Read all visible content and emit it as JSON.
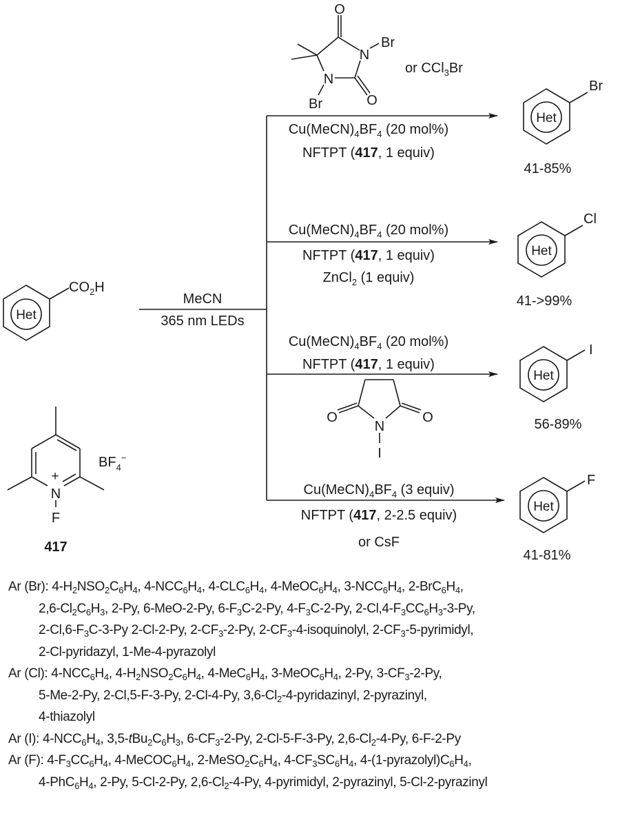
{
  "starting_material": {
    "ring_label": "Het",
    "substituent": "CO₂H"
  },
  "main_conditions": {
    "above_arrow": "MeCN",
    "below_arrow": "365 nm LEDs"
  },
  "reagent_417": {
    "label": "417",
    "counterion": "BF₄⁻",
    "charge": "+",
    "atoms": {
      "N": "N",
      "F": "F"
    }
  },
  "branches": [
    {
      "halogen": "Br",
      "reagent_structure": {
        "name": "DBDMH",
        "atoms": {
          "O_top": "O",
          "O_bottom": "O",
          "N1": "N",
          "N2": "N",
          "Br1": "Br",
          "Br2": "Br"
        }
      },
      "reagent_alternative": "or CCl₃Br",
      "conditions": [
        "Cu(MeCN)₄BF₄ (20 mol%)",
        "NFTPT (417, 1 equiv)"
      ],
      "product_ring_label": "Het",
      "product_substituent": "Br",
      "yield": "41-85%"
    },
    {
      "halogen": "Cl",
      "conditions_above": [
        "Cu(MeCN)₄BF₄ (20 mol%)"
      ],
      "conditions_below": [
        "NFTPT (417, 1 equiv)",
        "ZnCl₂ (1 equiv)"
      ],
      "product_ring_label": "Het",
      "product_substituent": "Cl",
      "yield": "41->99%"
    },
    {
      "halogen": "I",
      "conditions_above": [
        "Cu(MeCN)₄BF₄ (20 mol%)",
        "NFTPT (417, 1 equiv)"
      ],
      "reagent_structure": {
        "name": "NIS",
        "atoms": {
          "O_left": "O",
          "O_right": "O",
          "N": "N",
          "I": "I"
        }
      },
      "product_ring_label": "Het",
      "product_substituent": "I",
      "yield": "56-89%"
    },
    {
      "halogen": "F",
      "conditions_above": [
        "Cu(MeCN)₄BF₄ (3 equiv)"
      ],
      "conditions_below": [
        "NFTPT (417, 2-2.5 equiv)",
        "or CsF"
      ],
      "product_ring_label": "Het",
      "product_substituent": "F",
      "yield": "41-81%"
    }
  ],
  "substrate_scope": [
    {
      "label": "Ar (Br):",
      "lines": [
        "4-H₂NSO₂C₆H₄, 4-NCC₆H₄, 4-CLC₆H₄, 4-MeOC₆H₄, 3-NCC₆H₄, 2-BrC₆H₄,",
        "2,6-Cl₂C₆H₃, 2-Py, 6-MeO-2-Py, 6-F₃C-2-Py, 4-F₃C-2-Py, 2-Cl,4-F₃CC₆H₃-3-Py,",
        "2-Cl,6-F₃C-3-Py 2-Cl-2-Py, 2-CF₃-2-Py, 2-CF₃-4-isoquinolyl, 2-CF₃-5-pyrimidyl,",
        "2-Cl-pyridazyl, 1-Me-4-pyrazolyl"
      ]
    },
    {
      "label": "Ar (Cl):",
      "lines": [
        "4-NCC₆H₄, 4-H₂NSO₂C₆H₄, 4-MeC₆H₄, 3-MeOC₆H₄, 2-Py, 3-CF₃-2-Py,",
        "5-Me-2-Py, 2-Cl,5-F-3-Py, 2-Cl-4-Py, 3,6-Cl₂-4-pyridazinyl, 2-pyrazinyl,",
        "4-thiazolyl"
      ]
    },
    {
      "label": "Ar (I):",
      "lines": [
        "4-NCC₆H₄, 3,5-tBu₂C₆H₃, 6-CF₃-2-Py, 2-Cl-5-F-3-Py, 2,6-Cl₂-4-Py, 6-F-2-Py"
      ]
    },
    {
      "label": "Ar (F):",
      "lines": [
        "4-F₃CC₆H₄, 4-MeCOC₆H₄, 2-MeSO₂C₆H₄, 4-CF₃SC₆H₄, 4-(1-pyrazolyl)C₆H₄,",
        "4-PhC₆H₄, 2-Py, 5-Cl-2-Py, 2,6-Cl₂-4-Py, 4-pyrimidyl, 2-pyrazinyl, 5-Cl-2-pyrazinyl"
      ]
    }
  ]
}
